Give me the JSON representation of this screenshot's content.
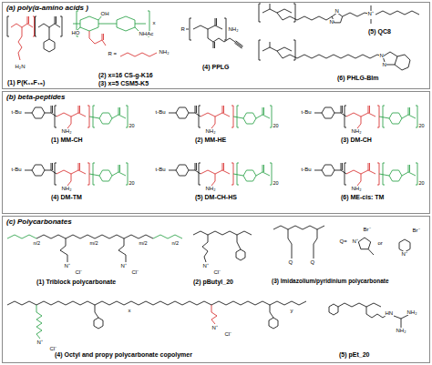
{
  "diagram": {
    "nodes": [
      {
        "text": [
          "(a) poly(α-amino acids )"
        ]
      },
      {
        "text": [
          "(b) beta-peptides"
        ]
      },
      {
        "text": [
          "(c) Polycarbonates"
        ]
      }
    ],
    "labels": [
      "(1) P(K₁₀F₁₅)",
      "H₂N",
      "OH",
      "HO",
      "NHAc",
      "x",
      "R =",
      "NH₂",
      "(2) x=16  CS-g-K16",
      "(3) x=5  CSM5-K5",
      "R",
      "NH₂",
      "(4) PPLG",
      "N",
      "N",
      "N⁺",
      "(5) QC8",
      "N",
      "N",
      "(6) PHLG-BIm",
      "t-Bu",
      "NH₂",
      "20",
      "(1) MM-CH",
      "t-Bu",
      "NH₂",
      "20",
      "(2) MM-HE",
      "t-Bu",
      "NH₂",
      "20",
      "(3) DM-CH",
      "t-Bu",
      "NH₂",
      "20",
      "(4) DM-TM",
      "t-Bu",
      "NH₂",
      "20",
      "(5) DM-CH-HS",
      "t-Bu",
      "NH₂",
      "20",
      "(6) ME-cis: TM",
      "n/2",
      "m/2",
      "m/2",
      "n/2",
      "N⁺",
      "Cl⁻",
      "N⁺",
      "Cl⁻",
      "(1) Triblock polycarbonate",
      "N⁺",
      "Cl⁻",
      "(2) pButyl_20",
      "Q",
      "Q",
      "Q=",
      "Br⁻",
      "N⁺",
      "or",
      "Br⁻",
      "N⁺",
      "(3) Imidazolium/pyridinium polycarbonate",
      "N⁺",
      "Cl⁻",
      "N⁺",
      "Cl⁻",
      "x",
      "y",
      "(4) Octyl and propy polycarbonate copolymer",
      "HN",
      "NH₂",
      "NH₂",
      "(5) pEt_20"
    ]
  }
}
